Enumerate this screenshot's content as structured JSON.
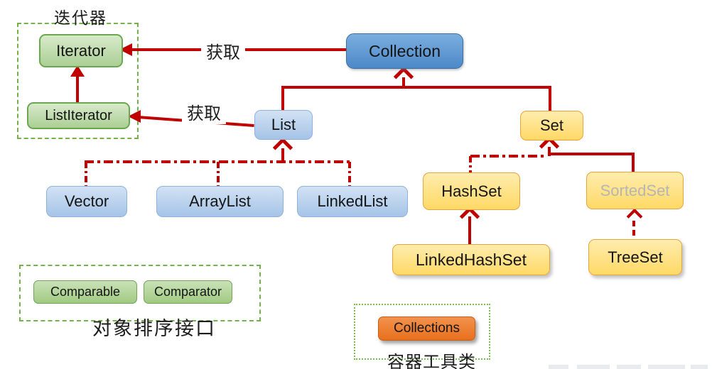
{
  "nodes": {
    "iterator": "Iterator",
    "listiterator": "ListIterator",
    "collection": "Collection",
    "list": "List",
    "set": "Set",
    "vector": "Vector",
    "arraylist": "ArrayList",
    "linkedlist": "LinkedList",
    "hashset": "HashSet",
    "sortedset": "SortedSet",
    "linkedhashset": "LinkedHashSet",
    "treeset": "TreeSet",
    "comparable": "Comparable",
    "comparator": "Comparator",
    "collections": "Collections"
  },
  "labels": {
    "iterator_group": "迭代器",
    "get_collection": "获取",
    "get_list": "获取",
    "sorting_group": "对象排序接口",
    "utility_group": "容器工具类"
  },
  "edges": [
    {
      "from": "Collection",
      "to": "Iterator",
      "label": "获取",
      "style": "solid-arrow"
    },
    {
      "from": "List",
      "to": "ListIterator",
      "label": "获取",
      "style": "solid-arrow"
    },
    {
      "from": "ListIterator",
      "to": "Iterator",
      "style": "solid-arrow"
    },
    {
      "from": "List",
      "to": "Collection",
      "style": "solid-arrow"
    },
    {
      "from": "Set",
      "to": "Collection",
      "style": "solid-arrow"
    },
    {
      "from": "Vector",
      "to": "List",
      "style": "dash-dot-arrow"
    },
    {
      "from": "ArrayList",
      "to": "List",
      "style": "dash-dot-arrow"
    },
    {
      "from": "LinkedList",
      "to": "List",
      "style": "dash-dot-arrow"
    },
    {
      "from": "HashSet",
      "to": "Set",
      "style": "dash-dot-arrow"
    },
    {
      "from": "SortedSet",
      "to": "Set",
      "style": "solid-arrow"
    },
    {
      "from": "LinkedHashSet",
      "to": "HashSet",
      "style": "solid-arrow"
    },
    {
      "from": "TreeSet",
      "to": "SortedSet",
      "style": "dashed-arrow"
    }
  ],
  "colors": {
    "arrow": "#C00000",
    "group_border": "#74B24A",
    "node_blue_dark": "#5B9BD5",
    "node_blue_light": "#A5C4E7",
    "node_yellow": "#FFD966",
    "node_green": "#A9D18E",
    "node_orange": "#ED7D31",
    "sortedset_text": "#B5B5B5"
  }
}
